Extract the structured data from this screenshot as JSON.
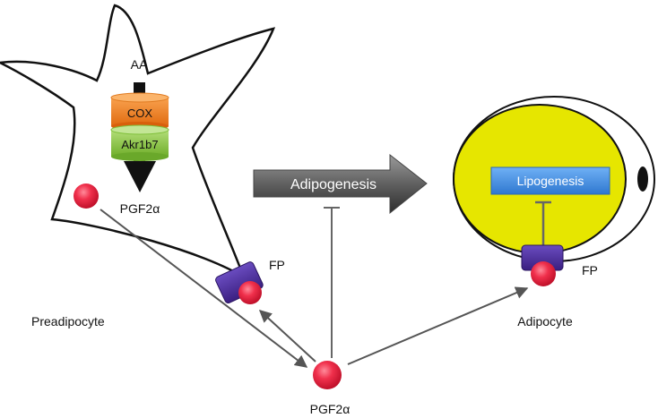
{
  "labels": {
    "aa": "AA",
    "cox": "COX",
    "akr1b7": "Akr1b7",
    "pgf2a_cell": "PGF2α",
    "fp_left": "FP",
    "preadipocyte": "Preadipocyte",
    "adipogenesis": "Adipogenesis",
    "lipogenesis": "Lipogenesis",
    "fp_right": "FP",
    "adipocyte": "Adipocyte",
    "pgf2a_bottom": "PGF2α"
  },
  "colors": {
    "cox": "#f07f1e",
    "akr1b7": "#8cc63f",
    "pgf2a_sphere": "#e8203e",
    "fp_receptor": "#4f2f9a",
    "lipid_droplet": "#e6e600",
    "lipogenesis_box": "#4a90e2",
    "adipogenesis_arrow": "#5a5a5a"
  }
}
